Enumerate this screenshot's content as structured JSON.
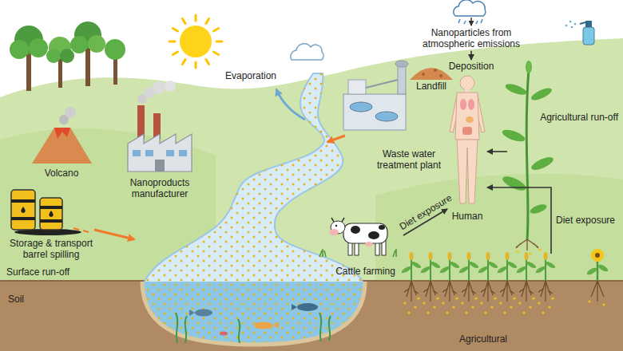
{
  "diagram": {
    "nodes": [
      {
        "text": [
          "Nanoparticles from atmospheric emissions"
        ]
      },
      {
        "text": [
          "Deposition"
        ]
      },
      {
        "text": [
          "Human"
        ]
      },
      {
        "text": [
          "Cattle farming"
        ]
      },
      {
        "text": [
          "Agricultural run-off"
        ]
      },
      {
        "text": [
          "Agricultural"
        ]
      }
    ],
    "edges": [
      {
        "from": 0,
        "to": 1,
        "arrow": "to"
      },
      {
        "from": 3,
        "to": 2,
        "label": "Diet exposure",
        "arrow": "to"
      },
      {
        "from": 5,
        "to": 2,
        "label": "Diet exposure",
        "arrow": "to"
      },
      {
        "from": 4,
        "to": 2,
        "arrow": "to"
      }
    ],
    "labels": [
      "Evaporation",
      "Landfill",
      "Volcano",
      "Nanoproducts manufacturer",
      "Waste water treatment plant",
      "Storage & transport barrel spilling",
      "Surface run-off",
      "Soil"
    ]
  }
}
